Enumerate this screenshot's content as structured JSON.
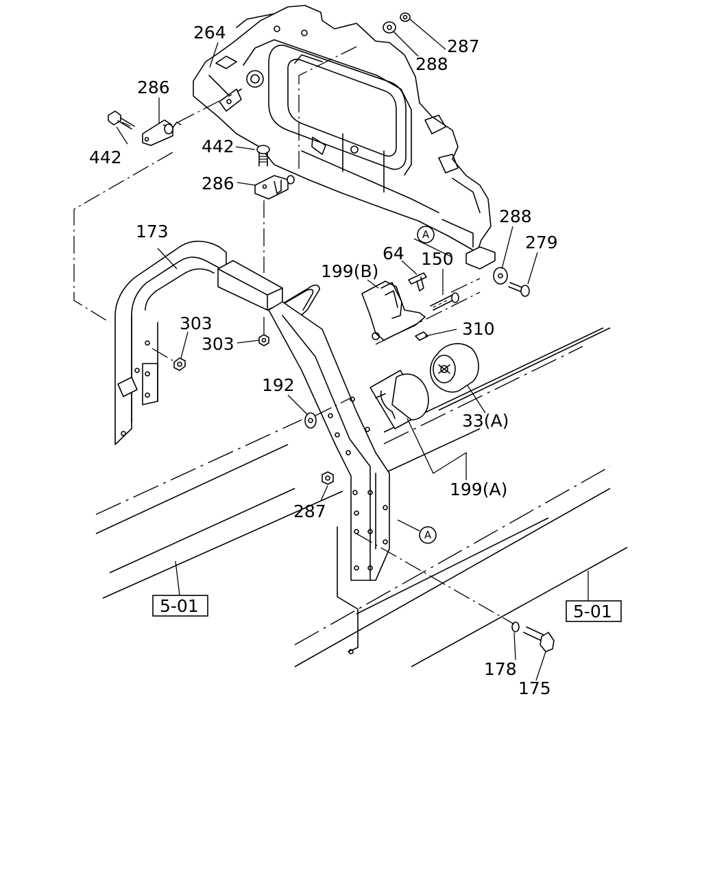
{
  "labels": {
    "p264": "264",
    "p287_top": "287",
    "p288_top": "288",
    "p286_left": "286",
    "p442_left": "442",
    "p442_mid": "442",
    "p286_mid": "286",
    "p173": "173",
    "p288_right": "288",
    "p279": "279",
    "p64": "64",
    "p150": "150",
    "p199b": "199(B)",
    "p310": "310",
    "p303_a": "303",
    "p303_b": "303",
    "p192": "192",
    "p33a": "33(A)",
    "p199a": "199(A)",
    "p287_low": "287",
    "p178": "178",
    "p175": "175"
  },
  "markers": {
    "a_top": "A",
    "a_low": "A"
  },
  "refs": {
    "left": "5-01",
    "right": "5-01"
  }
}
